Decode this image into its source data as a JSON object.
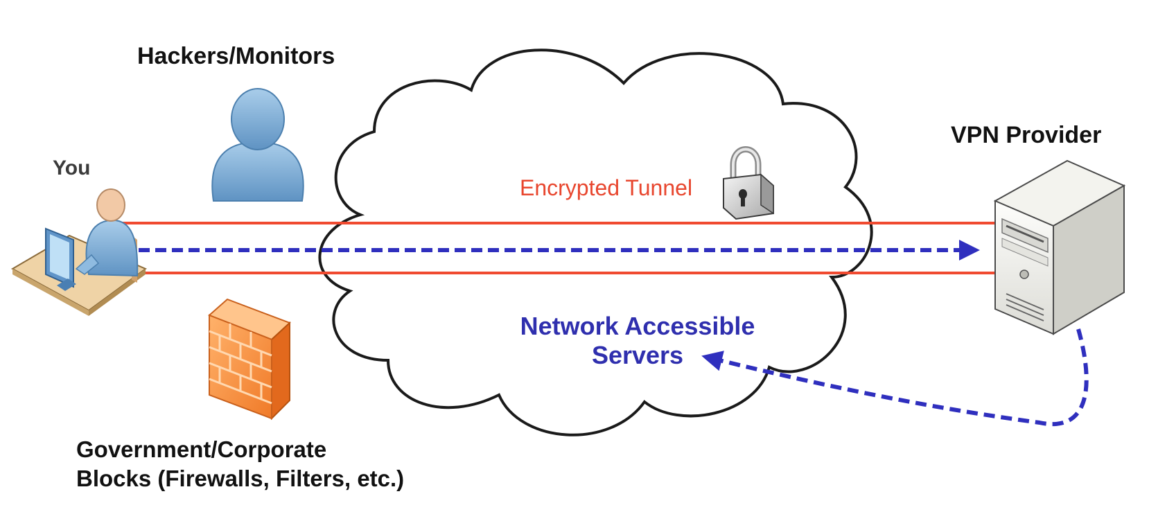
{
  "labels": {
    "hackers": "Hackers/Monitors",
    "you": "You",
    "vpn_provider": "VPN Provider",
    "encrypted_tunnel": "Encrypted Tunnel",
    "network_servers": "Network Accessible\nServers",
    "government_blocks": "Government/Corporate\nBlocks (Firewalls, Filters, etc.)"
  },
  "colors": {
    "tunnel_red": "#f04a30",
    "flow_blue": "#2f2fbe",
    "label_blue": "#2f2fae",
    "person_blue": "#7aa9d3",
    "firewall_orange": "#f0883a",
    "cloud_outline": "#1a1a1a"
  },
  "icons": [
    "user-icon",
    "user-at-computer-icon",
    "firewall-icon",
    "padlock-icon",
    "server-tower-icon",
    "cloud-shape"
  ]
}
